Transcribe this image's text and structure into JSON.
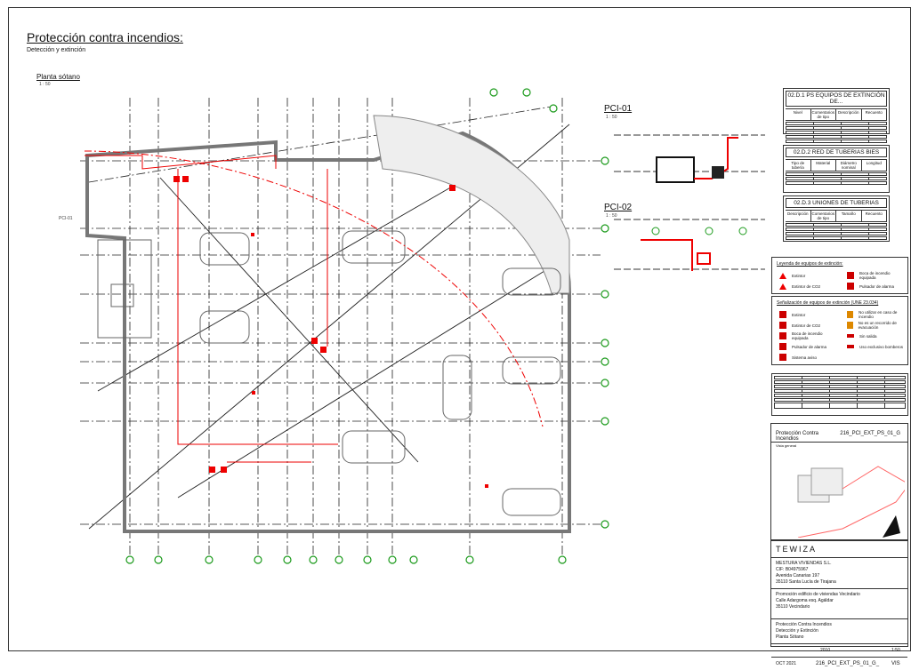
{
  "header": {
    "title": "Protección contra incendios:",
    "subtitle": "Detección y extinción"
  },
  "plan": {
    "label": "Planta sótano",
    "scale": "1 : 50",
    "section_tag": "PCI-01"
  },
  "sections": [
    {
      "label": "PCI-01",
      "scale": "1 : 50"
    },
    {
      "label": "PCI-02",
      "scale": "1 : 50"
    }
  ],
  "tables": [
    {
      "title": "02.D.1 PS EQUIPOS DE EXTINCIÓN DE...",
      "headers": [
        "Nivel",
        "Comentarios de tipo",
        "Descripción",
        "Recuento"
      ]
    },
    {
      "title": "02.D.2 RED DE TUBERIAS BIES",
      "headers": [
        "Tipo de tubería",
        "Material",
        "Diámetro nominal",
        "Longitud"
      ]
    },
    {
      "title": "02.D.3 UNIONES DE TUBERIAS",
      "headers": [
        "Descripción",
        "Comentarios de tipo",
        "Tamaño",
        "Recuento"
      ]
    }
  ],
  "legend1": {
    "title": "Leyenda de equipos de extinción:",
    "items": [
      "Extintor",
      "Extintor de CO2",
      "Boca de incendio equipada",
      "Pulsador de alarma"
    ]
  },
  "legend2": {
    "title": "Señalización de equipos de extinción (UNE 23.034)",
    "items": [
      "Extintor",
      "Extintor de CO2",
      "Boca de incendio equipada",
      "Pulsador de alarma",
      "Sistema aviso",
      "No utilizar en caso de incendio",
      "No es un recorrido de evacuación",
      "Sin salida",
      "Uso exclusivo bomberos"
    ]
  },
  "titleblock": {
    "plano_title": "Protección Contra Incendios",
    "plano_code": "216_PCI_EXT_PS_01_G",
    "vista": "Vista general",
    "company": "TEWIZA",
    "client": [
      "MESTURA VIVIENDAS S.L.",
      "CIF: B04975967",
      "Avenida Canarias 197",
      "35110 Santa Lucía de Tirajana"
    ],
    "project": [
      "Promoción edificio de viviendas Vecindario",
      "Calle Adargoma esq. Agáldar",
      "35110 Vecindario"
    ],
    "plan": [
      "Protección Contra Incendios",
      "Detección y Extinción",
      "Planta Sótano"
    ],
    "project_no": "2010",
    "scale": "1:50",
    "date": "OCT 2021",
    "file": "216_PCI_EXT_PS_01_G_",
    "status": "VIS"
  },
  "colors": {
    "pipe": "#e00000",
    "grid_bubble": "#1a9a1a",
    "line": "#222222"
  }
}
